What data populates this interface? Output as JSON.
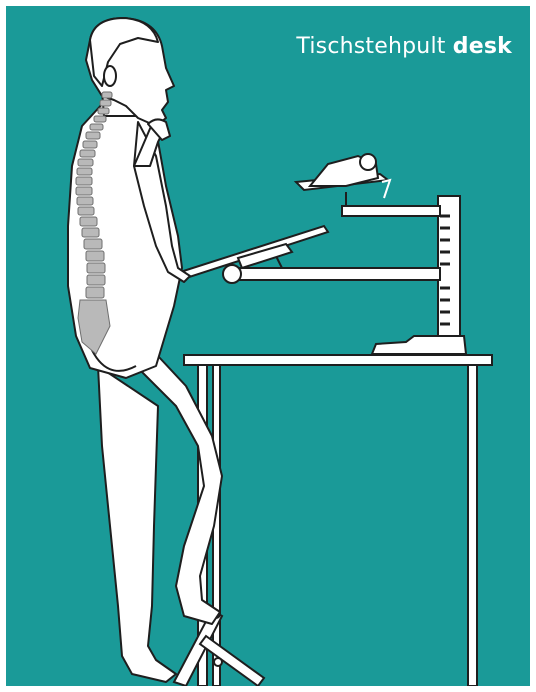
{
  "title": {
    "main": "Tischstehpult",
    "accent": "desk"
  },
  "colors": {
    "background": "#1a9a98",
    "outline": "#1e1e1e",
    "fill": "#ffffff",
    "spine": "#b9b9b9"
  },
  "icons": {
    "figure": "standing-person-illustration",
    "desk": "standing-desk-illustration"
  }
}
